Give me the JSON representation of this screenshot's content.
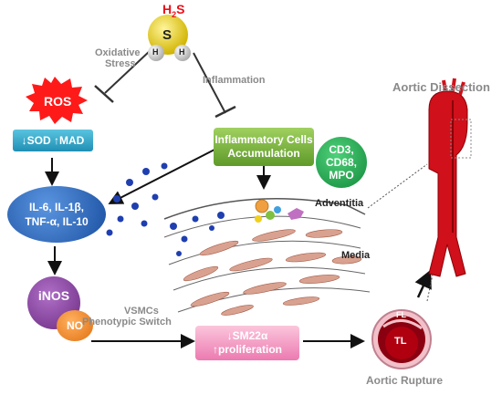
{
  "molecule": {
    "formula_main": "H",
    "formula_sub": "2",
    "formula_end": "S",
    "center_atom": "S",
    "h_left": "H",
    "h_right": "H"
  },
  "labels": {
    "oxidative_stress_line1": "Oxidative",
    "oxidative_stress_line2": "Stress",
    "inflammation": "Inflammation",
    "ros": "ROS",
    "sod_mad": "↓SOD ↑MAD",
    "cytokines_line1": "IL-6, IL-1β,",
    "cytokines_line2": "TNF-α, IL-10",
    "inos": "iNOS",
    "no": "NO",
    "inflammatory_cells_line1": "Inflammatory Cells",
    "inflammatory_cells_line2": "Accumulation",
    "markers_line1": "CD3,",
    "markers_line2": "CD68,",
    "markers_line3": "MPO",
    "adventitia": "Adventitia",
    "media": "Media",
    "vsmcs_line1": "VSMCs",
    "vsmcs_line2": "Phenotypic Switch",
    "sm22_line1": "↓SM22α",
    "sm22_line2": "↑proliferation",
    "aortic_dissection": "Aortic Dissection",
    "aortic_rupture": "Aortic Rupture",
    "fl": "FL",
    "tl": "TL"
  },
  "colors": {
    "h2s_label": "#e8101a",
    "sulfur": "#e8d21a",
    "ros": "#ff1a1a",
    "sod_box": "#2aa6c8",
    "cytokine": "#1f5fb3",
    "inos": "#8a3a9e",
    "no": "#f08c1a",
    "inflam_box": "#7cb342",
    "markers": "#1fa84a",
    "sm22_box": "#f4a0c8",
    "aorta": "#d0101a"
  }
}
